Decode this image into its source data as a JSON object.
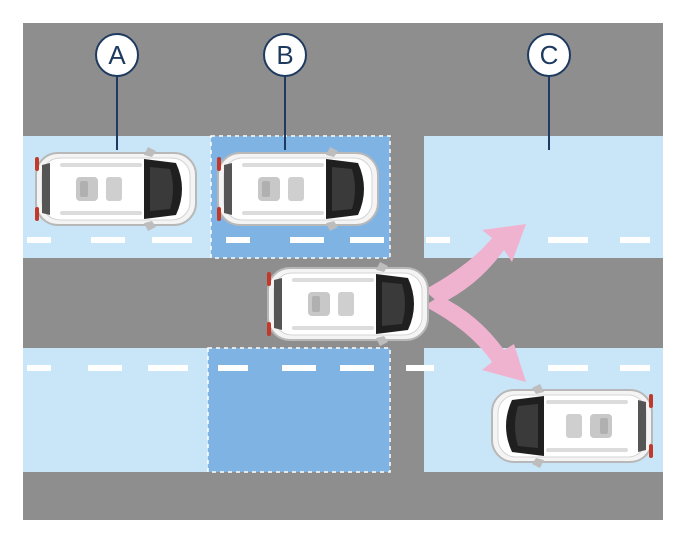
{
  "callouts": [
    {
      "id": "A",
      "label": "A"
    },
    {
      "id": "B",
      "label": "B"
    },
    {
      "id": "C",
      "label": "C"
    }
  ],
  "colors": {
    "road": "#8e8e8e",
    "lane": "#c9e6f8",
    "highlight_zone": "#7fb3e4",
    "lane_marking": "#ffffff",
    "arrow": "#f0b3cf",
    "callout_stroke": "#1e3a5f",
    "frame": "#ffffff"
  },
  "icons": {
    "vehicle": "minivan-top-view-icon",
    "arrow": "split-direction-arrow-icon"
  }
}
